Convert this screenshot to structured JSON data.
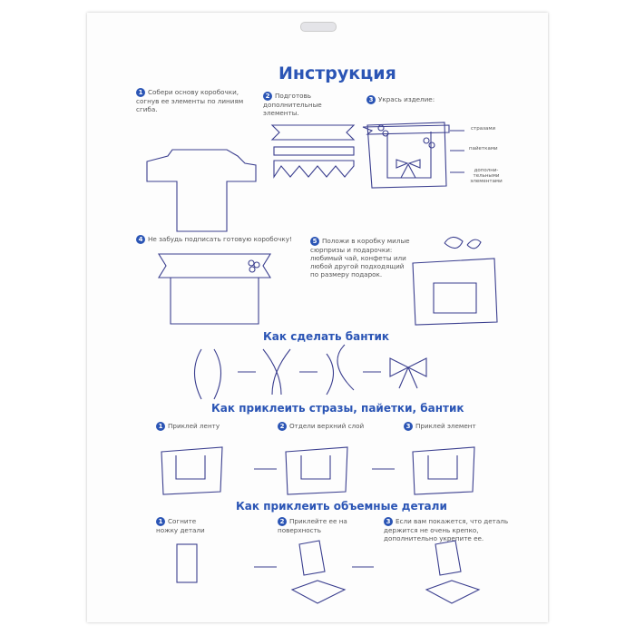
{
  "title": "Инструкция",
  "steps": [
    {
      "n": "1",
      "text": "Собери основу коробочки, согнув ее элементы по линиям сгиба."
    },
    {
      "n": "2",
      "text": "Подготовь дополнительные элементы."
    },
    {
      "n": "3",
      "text": "Укрась изделие:"
    },
    {
      "n": "4",
      "text": "Не забудь подписать готовую коробочку!"
    },
    {
      "n": "5",
      "text": "Положи в коробку  милые сюрпризы и подарочки: любимый чай, конфеты или любой другой подходящий по размеру подарок."
    }
  ],
  "decor_labels": [
    "стразами",
    "пайетками",
    "дополни-тельными элементами"
  ],
  "bow_section": {
    "title": "Как сделать бантик"
  },
  "glue_section": {
    "title": "Как приклеить стразы, пайетки, бантик",
    "steps": [
      {
        "n": "1",
        "text": "Приклей ленту"
      },
      {
        "n": "2",
        "text": "Отдели верхний слой"
      },
      {
        "n": "3",
        "text": "Приклей элемент"
      }
    ]
  },
  "volume_section": {
    "title": "Как приклеить объемные детали",
    "steps": [
      {
        "n": "1",
        "text": "Согните ножку детали"
      },
      {
        "n": "2",
        "text": "Приклейте ее на поверхность"
      },
      {
        "n": "3",
        "text": "Если вам покажется, что деталь держится не очень крепко, дополнительно укрепите ее."
      }
    ]
  },
  "colors": {
    "accent": "#2b55b5",
    "line": "#3b3f8f"
  }
}
